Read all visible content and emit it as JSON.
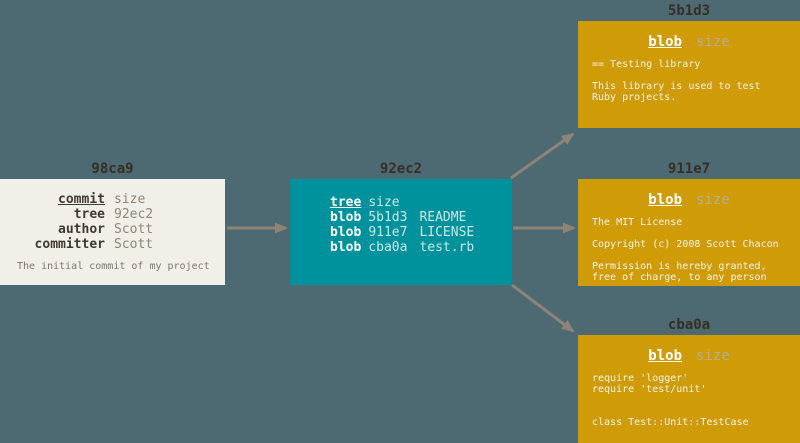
{
  "palette": {
    "background": "#4d6972",
    "commit_box": "#f0efe8",
    "tree_box": "#00929c",
    "blob_box": "#cf9c08",
    "arrow": "#8d8377",
    "header_text": "#362f28"
  },
  "commit_object": {
    "header": "98ca9",
    "rows": [
      {
        "label": "commit",
        "value": "size"
      },
      {
        "label": "tree",
        "value": "92ec2"
      },
      {
        "label": "author",
        "value": "Scott"
      },
      {
        "label": "committer",
        "value": "Scott"
      }
    ],
    "note": "The initial commit of my project"
  },
  "tree_object": {
    "header": "92ec2",
    "title_row": {
      "type": "tree",
      "size": "size"
    },
    "entries": [
      {
        "type": "blob",
        "hash": "5b1d3",
        "name": "README"
      },
      {
        "type": "blob",
        "hash": "911e7",
        "name": "LICENSE"
      },
      {
        "type": "blob",
        "hash": "cba0a",
        "name": "test.rb"
      }
    ]
  },
  "blobs": [
    {
      "header": "5b1d3",
      "title": {
        "type": "blob",
        "size": "size"
      },
      "lines": [
        "== Testing library",
        "",
        "This library is used to test",
        "Ruby projects."
      ]
    },
    {
      "header": "911e7",
      "title": {
        "type": "blob",
        "size": "size"
      },
      "lines": [
        "The MIT License",
        "",
        "Copyright (c) 2008 Scott Chacon",
        "",
        "Permission is hereby granted,",
        "free of charge, to any person"
      ]
    },
    {
      "header": "cba0a",
      "title": {
        "type": "blob",
        "size": "size"
      },
      "lines": [
        "require 'logger'",
        "require 'test/unit'",
        "",
        "",
        "class Test::Unit::TestCase"
      ]
    }
  ]
}
